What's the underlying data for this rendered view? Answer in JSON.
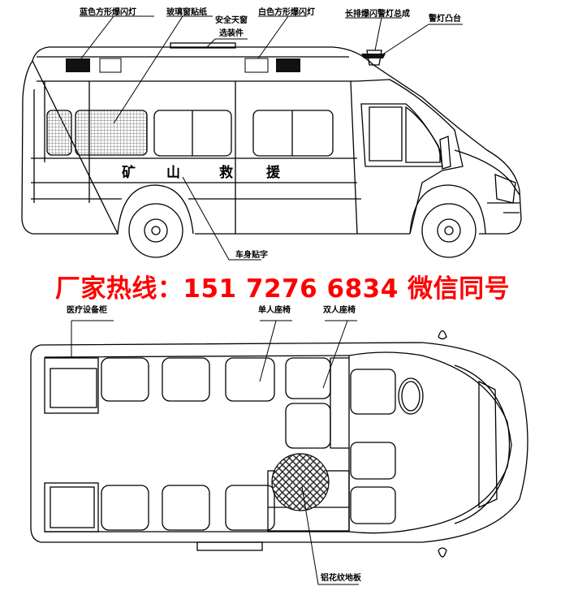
{
  "labels": {
    "blue_flash": "蓝色方形爆闪灯",
    "glass_film": "玻璃窗贴纸",
    "skylight_1": "安全天窗",
    "skylight_2": "选装件",
    "white_flash": "白色方形爆闪灯",
    "long_bar": "长排爆闪警灯总成",
    "beacon": "警灯凸台",
    "body_text_label": "车身贴字",
    "medical": "医疗设备柜",
    "single_seat": "单人座椅",
    "double_seat": "双人座椅",
    "floor": "铝花纹地板"
  },
  "body_text": [
    "矿",
    "山",
    "救",
    "援"
  ],
  "hotline": "厂家热线：151 7276 6834 微信同号",
  "colors": {
    "hotline": "#ff0000",
    "lamp": "#111111",
    "line": "#000000"
  }
}
